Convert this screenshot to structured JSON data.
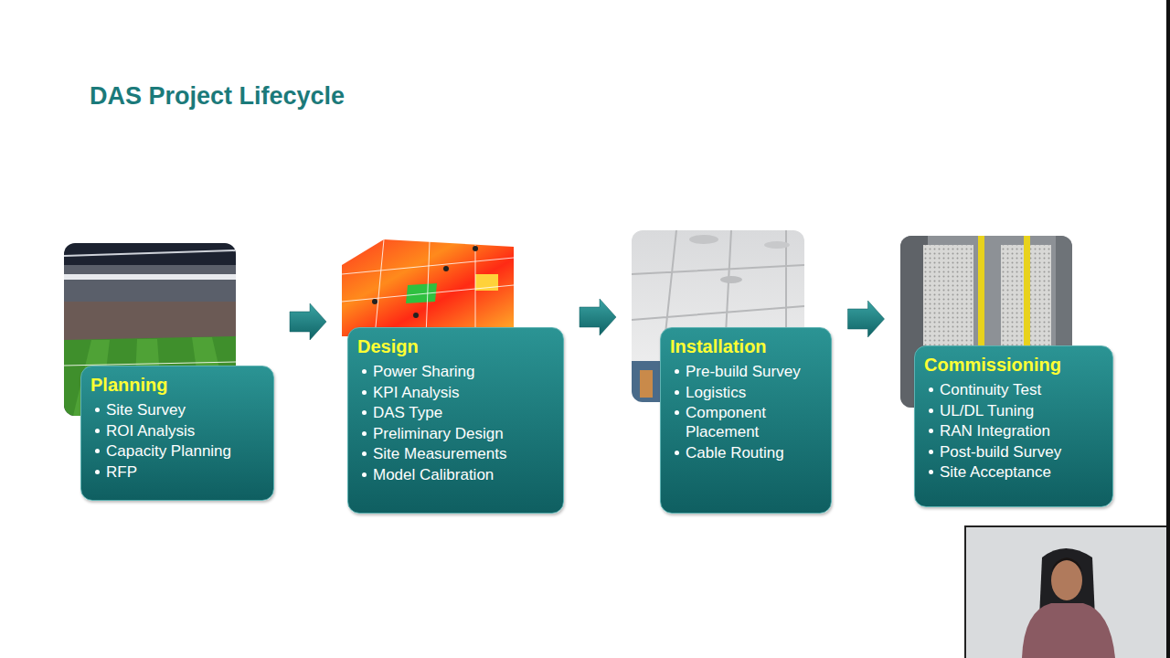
{
  "diagram": {
    "title": "DAS Project Lifecycle",
    "nodes": [
      {
        "text": [
          "Planning",
          "Site Survey",
          "ROI Analysis",
          "Capacity Planning",
          "RFP"
        ]
      },
      {
        "text": [
          "Design",
          "Power Sharing",
          "KPI Analysis",
          "DAS Type",
          "Preliminary Design",
          "Site Measurements",
          "Model Calibration"
        ]
      },
      {
        "text": [
          "Installation",
          "Pre-build Survey",
          "Logistics",
          "Component Placement",
          "Cable Routing"
        ]
      },
      {
        "text": [
          "Commissioning",
          "Continuity Test",
          "UL/DL Tuning",
          "RAN Integration",
          "Post-build Survey",
          "Site Acceptance"
        ]
      }
    ],
    "edges": [
      {
        "from": 0,
        "to": 1,
        "arrow": "to"
      },
      {
        "from": 1,
        "to": 2,
        "arrow": "to"
      },
      {
        "from": 2,
        "to": 3,
        "arrow": "to"
      }
    ]
  }
}
